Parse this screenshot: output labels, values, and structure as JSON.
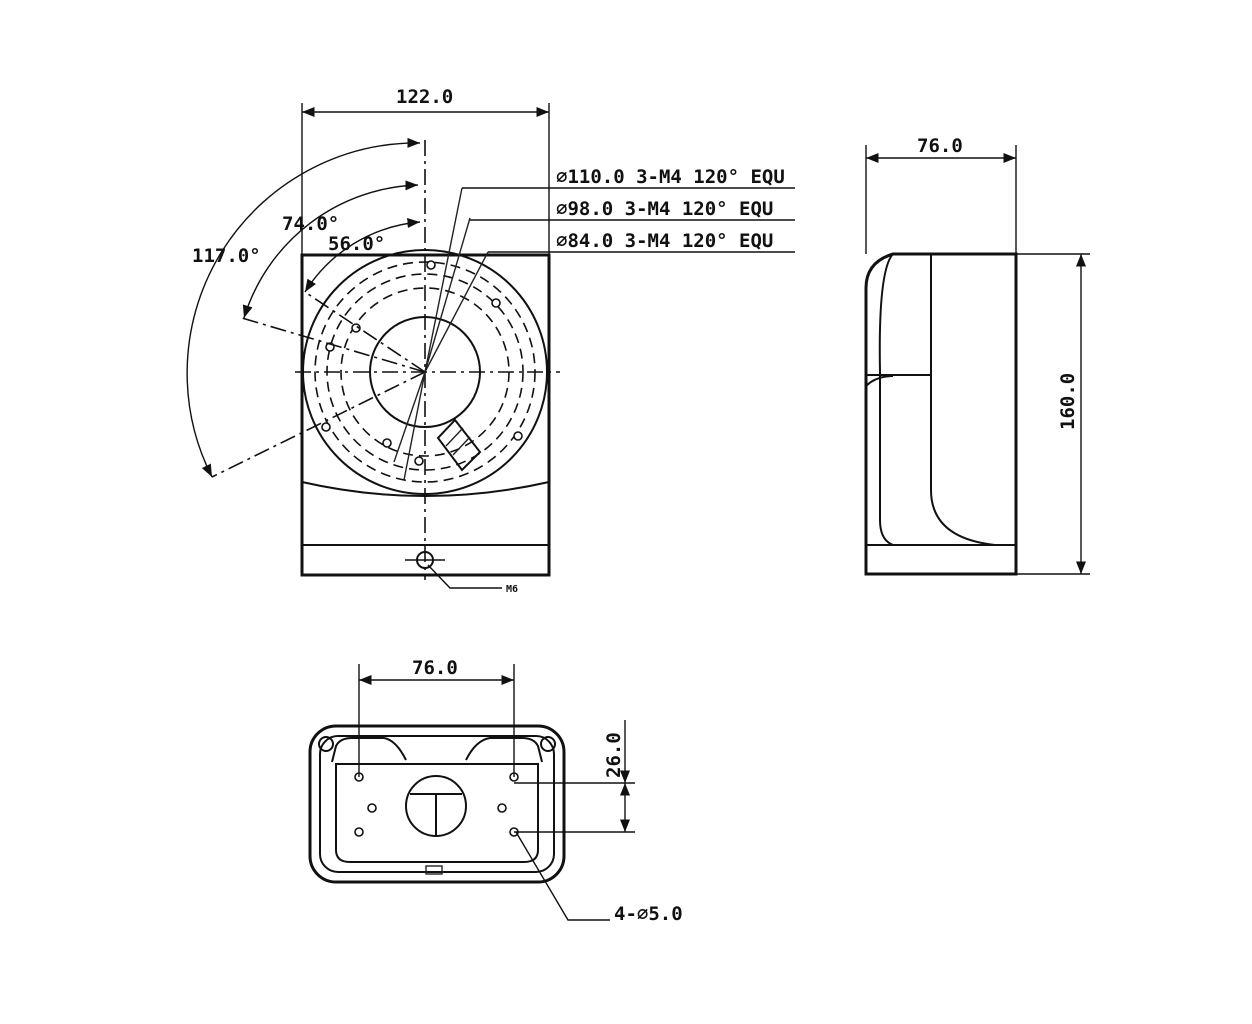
{
  "front_view": {
    "width_dim": "122.0",
    "angle_outer": "117.0°",
    "angle_mid": "74.0°",
    "angle_inner": "56.0°",
    "callout_1": "∅110.0  3-M4  120°  EQU",
    "callout_2": "∅98.0  3-M4  120°  EQU",
    "callout_3": "∅84.0  3-M4  120°  EQU",
    "bottom_label": "M6"
  },
  "side_view": {
    "width_dim": "76.0",
    "height_dim": "160.0"
  },
  "bottom_view": {
    "width_dim": "76.0",
    "spacing_dim": "26.0",
    "holes_label": "4-∅5.0"
  }
}
